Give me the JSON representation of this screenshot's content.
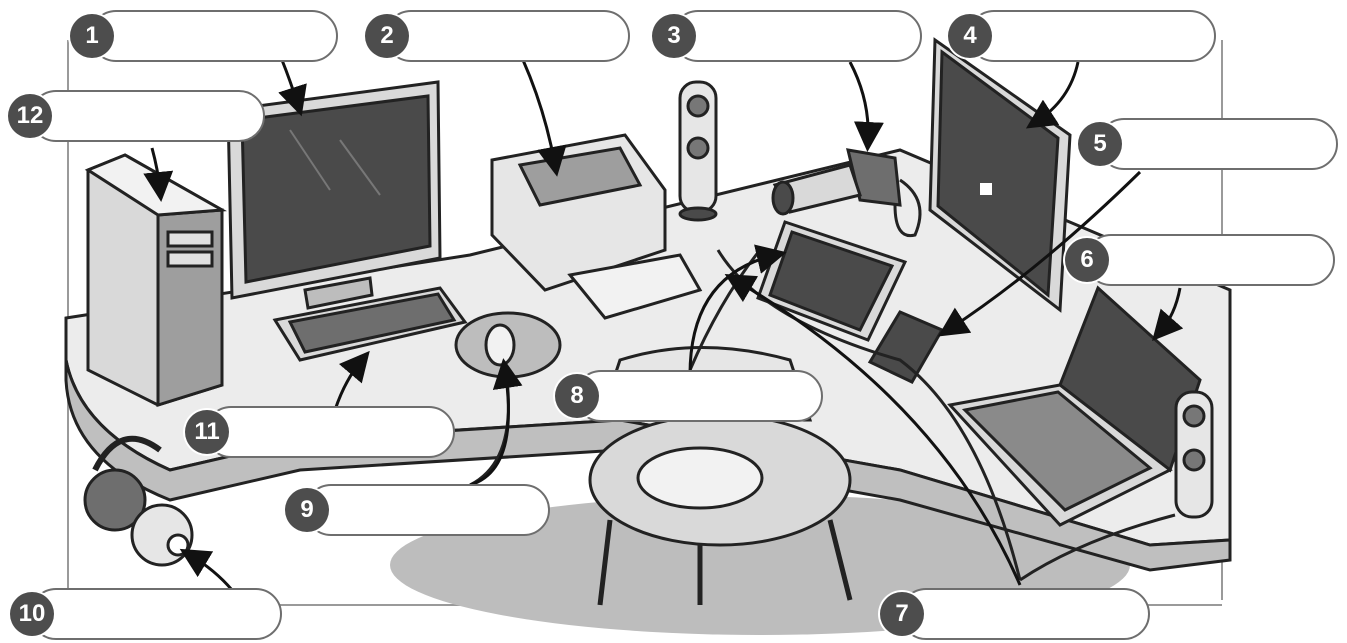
{
  "labels": [
    {
      "number": "1"
    },
    {
      "number": "2"
    },
    {
      "number": "3"
    },
    {
      "number": "4"
    },
    {
      "number": "5"
    },
    {
      "number": "6"
    },
    {
      "number": "7"
    },
    {
      "number": "8"
    },
    {
      "number": "9"
    },
    {
      "number": "10"
    },
    {
      "number": "11"
    },
    {
      "number": "12"
    }
  ],
  "colors": {
    "badge": "#4d4d4d",
    "outline": "#222222",
    "screen": "#4a4a4a",
    "device_light": "#d9d9d9",
    "floor_shadow": "#bdbdbd"
  },
  "icons": [
    "monitor-icon",
    "printer-icon",
    "speaker-icon",
    "camera-icon",
    "flat-screen-icon",
    "tablet-icon",
    "smartphone-icon",
    "laptop-icon",
    "keyboard-icon",
    "mouse-icon",
    "headphones-icon",
    "tower-pc-icon",
    "chair-icon"
  ]
}
